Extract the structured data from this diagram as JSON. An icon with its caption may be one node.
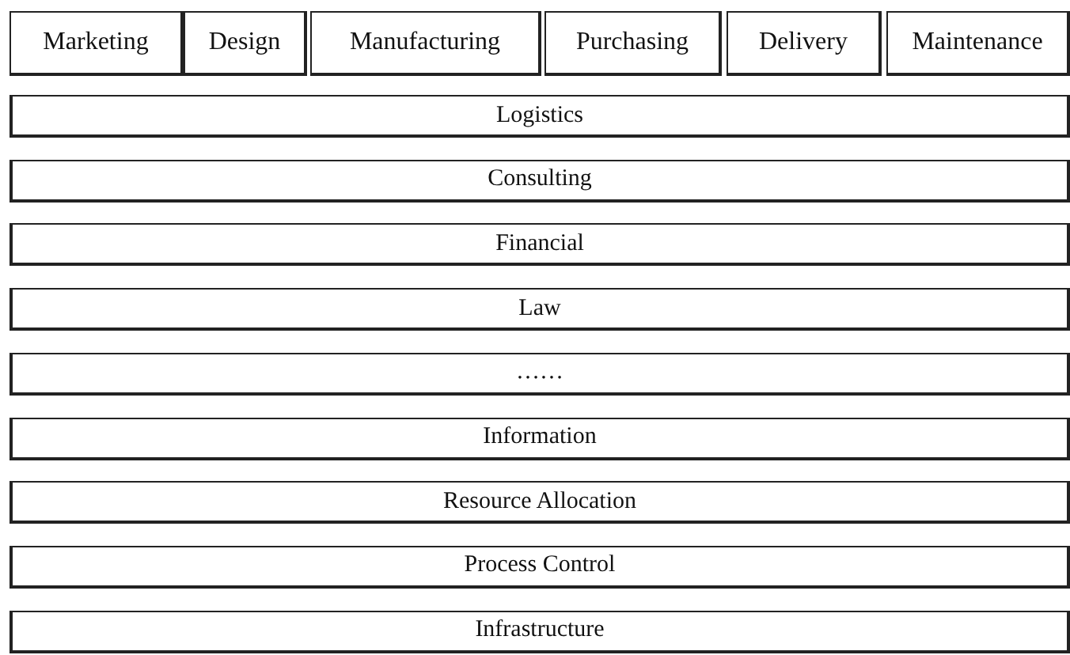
{
  "diagram": {
    "nodes": [
      {
        "text": [
          "Marketing"
        ]
      },
      {
        "text": [
          "Design"
        ]
      },
      {
        "text": [
          "Manufacturing"
        ]
      },
      {
        "text": [
          "Purchasing"
        ]
      },
      {
        "text": [
          "Delivery"
        ]
      },
      {
        "text": [
          "Maintenance"
        ]
      },
      {
        "text": [
          "Logistics"
        ]
      },
      {
        "text": [
          "Consulting"
        ]
      },
      {
        "text": [
          "Financial"
        ]
      },
      {
        "text": [
          "Law"
        ]
      },
      {
        "text": [
          "……"
        ]
      },
      {
        "text": [
          "Information"
        ]
      },
      {
        "text": [
          "Resource Allocation"
        ]
      },
      {
        "text": [
          "Process Control"
        ]
      },
      {
        "text": [
          "Infrastructure"
        ]
      }
    ]
  }
}
